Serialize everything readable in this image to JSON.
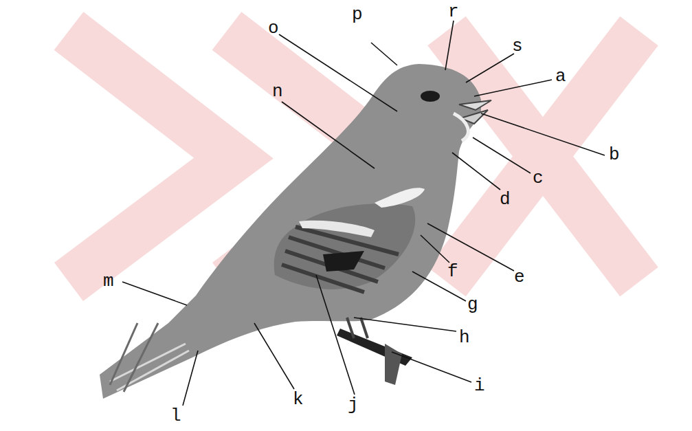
{
  "diagram": {
    "labels": [
      "p",
      "r",
      "o",
      "s",
      "a",
      "n",
      "b",
      "c",
      "d",
      "f",
      "e",
      "g",
      "m",
      "h",
      "i",
      "l",
      "k",
      "j"
    ]
  }
}
